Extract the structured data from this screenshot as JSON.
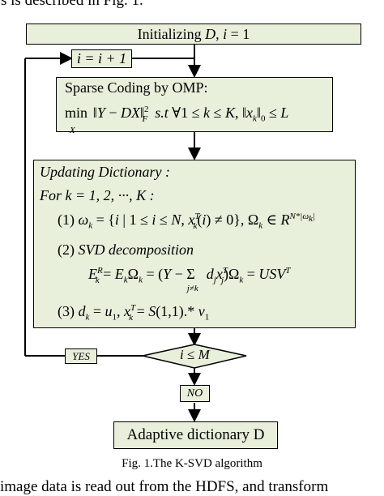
{
  "top_text": "s is described in Fig. 1.",
  "init_box": {
    "label": "Initializing D, i = 1"
  },
  "increment_box": {
    "label": "i = i + 1"
  },
  "omp_box": {
    "title": "Sparse Coding by OMP:",
    "formula": "min_X ‖Y − DX‖²_F  s.t ∀1 ≤ k ≤ K, ‖x_k‖_0 ≤ L"
  },
  "update_box": {
    "title": "Updating Dictionary :",
    "loop": "For k = 1, 2, ···, K :",
    "step1": "(1) ω_k = {i | 1 ≤ i ≤ N, x_k^T(i) ≠ 0}, Ω_k ∈ R^{N*|ω_k|}",
    "step2_title": "(2) SVD decomposition",
    "step2_formula": "E_k^R = E_k Ω_k = (Y − Σ_{j≠k} d_j x_j^T) Ω_k = USV^T",
    "step3": "(3) d_k = u_1, x_k^T = S(1,1).* v_1"
  },
  "decision": {
    "label": "i ≤ M"
  },
  "yes_label": "YES",
  "no_label": "NO",
  "output_box": {
    "label": "Adaptive dictionary D"
  },
  "caption": "Fig. 1.The K-SVD algorithm",
  "bottom_text": "image data is read out from the HDFS, and transform",
  "colors": {
    "box_fill": "#e8efdb",
    "line": "#000000"
  }
}
